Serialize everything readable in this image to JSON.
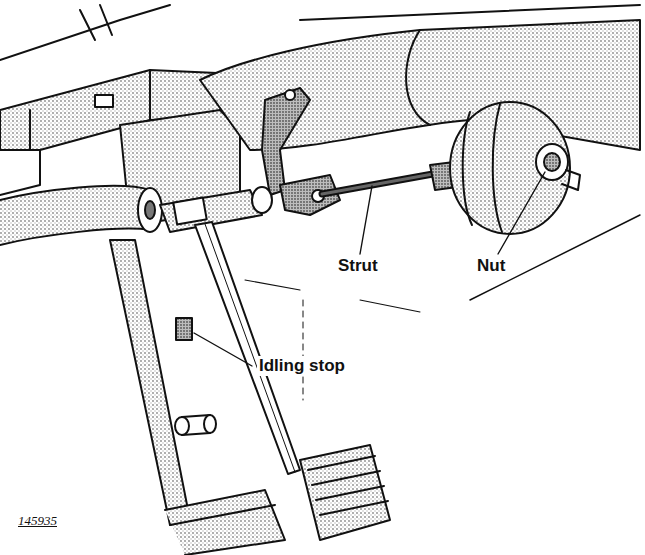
{
  "diagram": {
    "labels": [
      "Strut",
      "Nut",
      "Idling stop",
      "145935"
    ]
  }
}
